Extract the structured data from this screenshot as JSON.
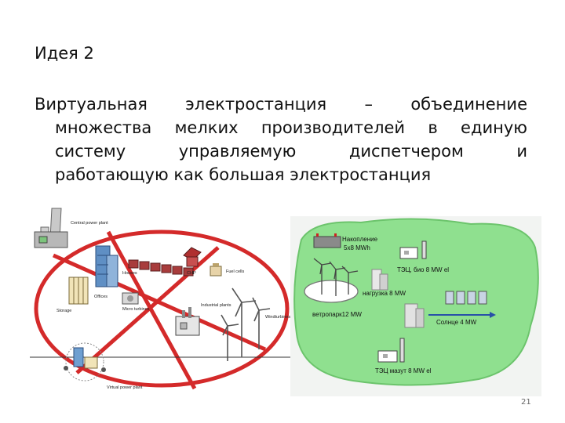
{
  "slide": {
    "title": "Идея 2",
    "paragraph_lines": [
      [
        "Виртуальная",
        "электростанция",
        "–",
        "объединение"
      ],
      [
        "множества",
        "мелких",
        "производителей",
        "в",
        "единую"
      ],
      [
        "систему",
        "управляемую",
        "диспетчером",
        "и"
      ],
      [
        "работающую как большая электростанция"
      ]
    ],
    "page_number": "21"
  },
  "left_diagram": {
    "labels": {
      "central": "Central power plant",
      "houses": "Houses",
      "chp": "CHP",
      "fuel_cells": "Fuel cells",
      "offices": "Offices",
      "storage": "Storage",
      "micro_turbines": "Micro turbines",
      "industrial": "Industrial plants",
      "wind": "Windturbines",
      "virtual": "Virtual power plant"
    }
  },
  "right_diagram": {
    "labels": {
      "storage_title": "Накопление",
      "storage_value": "5x8 MWh",
      "chp_bio": "ТЭЦ, био 8 MW el",
      "load": "нагрузка 8 MW",
      "windpark": "ветропарк12 MW",
      "solar": "Солнце 4 MW",
      "chp_oil": "ТЭЦ мазут  8 MW el"
    },
    "colors": {
      "background": "#8fe08f",
      "arrow": "#2850a8"
    }
  }
}
